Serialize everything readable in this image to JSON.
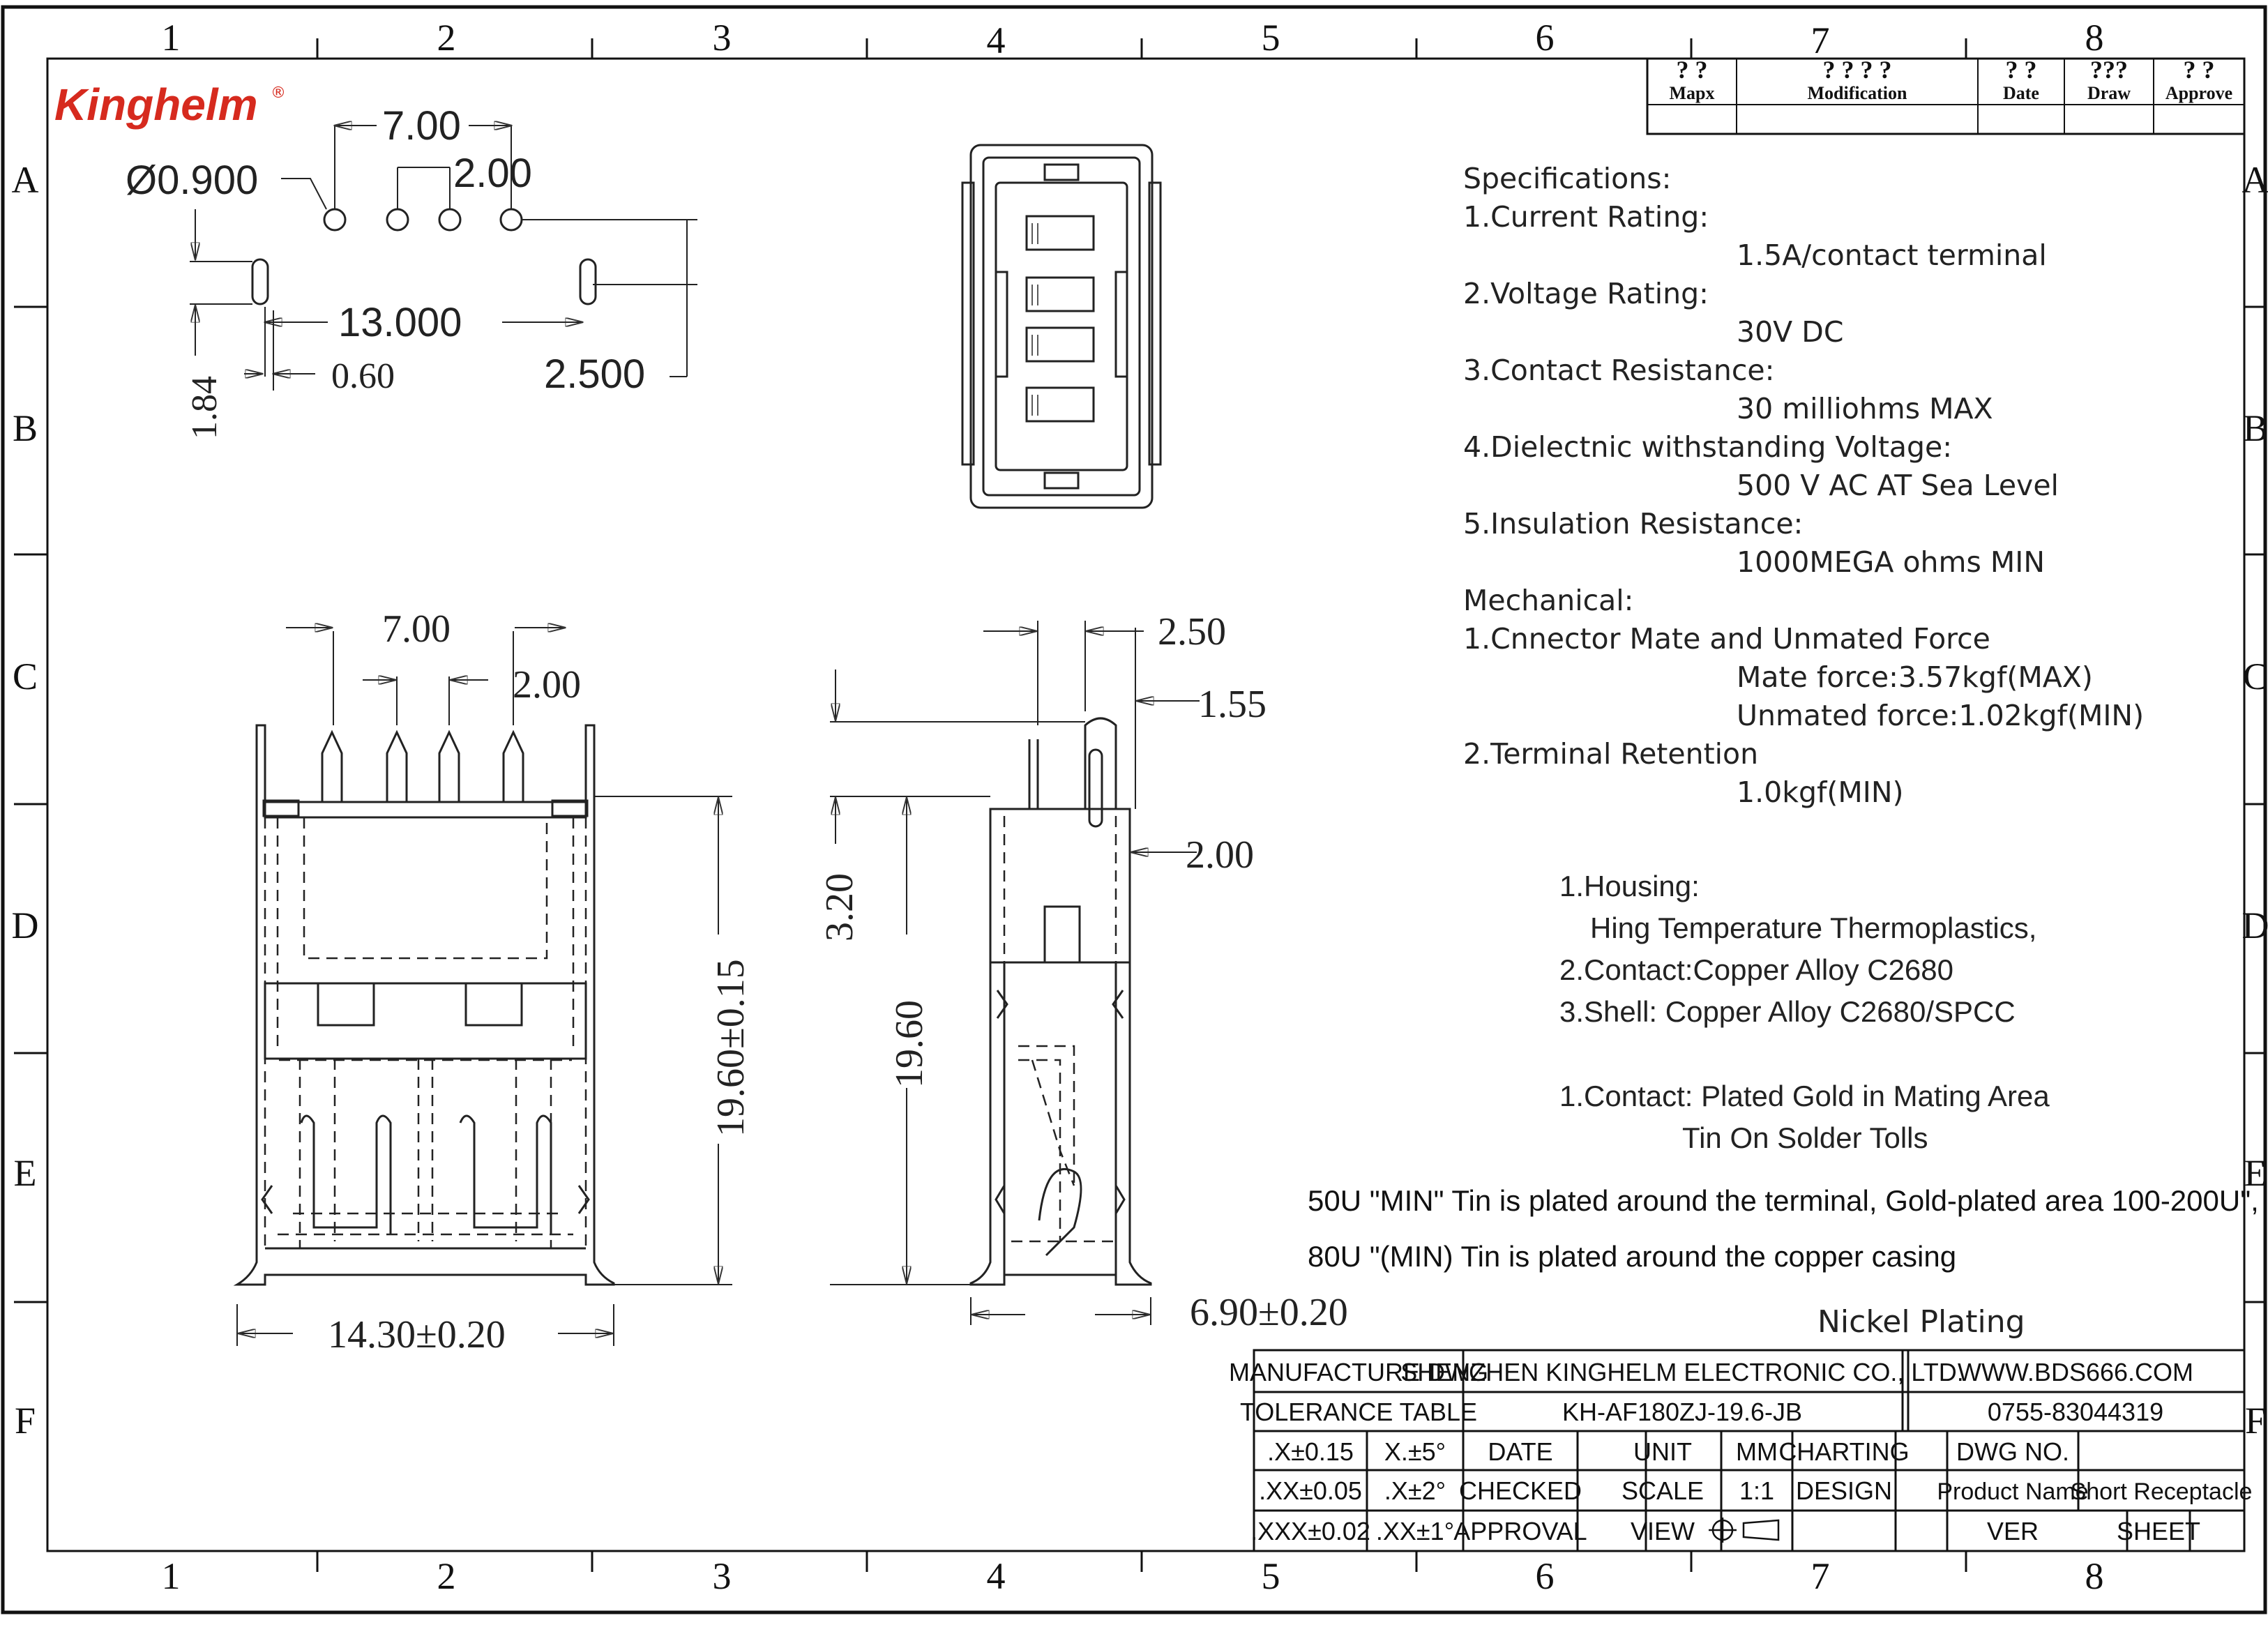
{
  "brand": {
    "name": "Kinghelm",
    "reg": "®",
    "color": "#d62a1e"
  },
  "grid": {
    "columns": [
      "1",
      "2",
      "3",
      "4",
      "5",
      "6",
      "7",
      "8"
    ],
    "rows": [
      "A",
      "B",
      "C",
      "D",
      "E",
      "F"
    ]
  },
  "revision_block": {
    "headers": [
      "? ?",
      "? ? ? ?",
      "? ?",
      "???",
      "? ?"
    ],
    "subheaders": [
      "Mapx",
      "Modification",
      "Date",
      "Draw",
      "Approve"
    ]
  },
  "dims": {
    "footprint": {
      "pitch7": "7.00",
      "hole_dia": "Ø0.900",
      "pitch2": "2.00",
      "slot_span": "13.000",
      "slot_w": "0.60",
      "slot_len": "1.84",
      "offset": "2.500"
    },
    "front": {
      "pitch7": "7.00",
      "pitch2": "2.00",
      "height": "19.60±0.15",
      "width": "14.30±0.20"
    },
    "side": {
      "top": "2.50",
      "tip": "1.55",
      "mid": "2.00",
      "pin": "3.20",
      "height": "19.60",
      "depth": "6.90±0.20"
    }
  },
  "specs": [
    {
      "text": "Specifications:",
      "indent": false
    },
    {
      "text": "1.Current Rating:",
      "indent": false
    },
    {
      "text": "1.5A/contact terminal",
      "indent": true
    },
    {
      "text": "2.Voltage Rating:",
      "indent": false
    },
    {
      "text": "30V DC",
      "indent": true
    },
    {
      "text": "3.Contact Resistance:",
      "indent": false
    },
    {
      "text": "30 milliohms MAX",
      "indent": true
    },
    {
      "text": "4.Dielectnic withstanding Voltage:",
      "indent": false
    },
    {
      "text": "500 V AC AT Sea Level",
      "indent": true
    },
    {
      "text": "5.Insulation Resistance:",
      "indent": false
    },
    {
      "text": "1000MEGA ohms MIN",
      "indent": true
    },
    {
      "text": "Mechanical:",
      "indent": false
    },
    {
      "text": "1.Cnnector Mate and Unmated Force",
      "indent": false
    },
    {
      "text": "Mate force:3.57kgf(MAX)",
      "indent": true
    },
    {
      "text": "Unmated force:1.02kgf(MIN)",
      "indent": true
    },
    {
      "text": "2.Terminal Retention",
      "indent": false
    },
    {
      "text": "1.0kgf(MIN)",
      "indent": true
    }
  ],
  "materials": [
    "1.Housing:",
    "Hing Temperature Thermoplastics,",
    "2.Contact:Copper Alloy C2680",
    "3.Shell: Copper Alloy C2680/SPCC"
  ],
  "plating": [
    "1.Contact: Plated Gold in Mating Area",
    "Tin On Solder Tolls"
  ],
  "notes": [
    "50U \"MIN\" Tin is plated around the terminal,  Gold-plated area 100-200U\",",
    "80U \"(MIN) Tin is plated around the copper casing"
  ],
  "nickel": "Nickel  Plating",
  "title_block": {
    "manufacture": "MANUFACTURE DWG",
    "company": "SHENZHEN KINGHELM ELECTRONIC CO., LTD.",
    "website": "WWW.BDS666.COM",
    "tolerance": "TOLERANCE TABLE",
    "part_no": "KH-AF180ZJ-19.6-JB",
    "phone": "0755-83044319",
    "row3": [
      ".X±0.15",
      "X.±5°",
      "DATE",
      "UNIT",
      "MM",
      "CHARTING",
      "DWG NO."
    ],
    "row4": [
      ".XX±0.05",
      ".X±2°",
      "CHECKED",
      "SCALE",
      "1:1",
      "DESIGN",
      "Product Name",
      "Short Receptacle"
    ],
    "row5": [
      ".XXX±0.02",
      ".XX±1°",
      "APPROVAL",
      "VIEW",
      "VER",
      "SHEET"
    ]
  }
}
